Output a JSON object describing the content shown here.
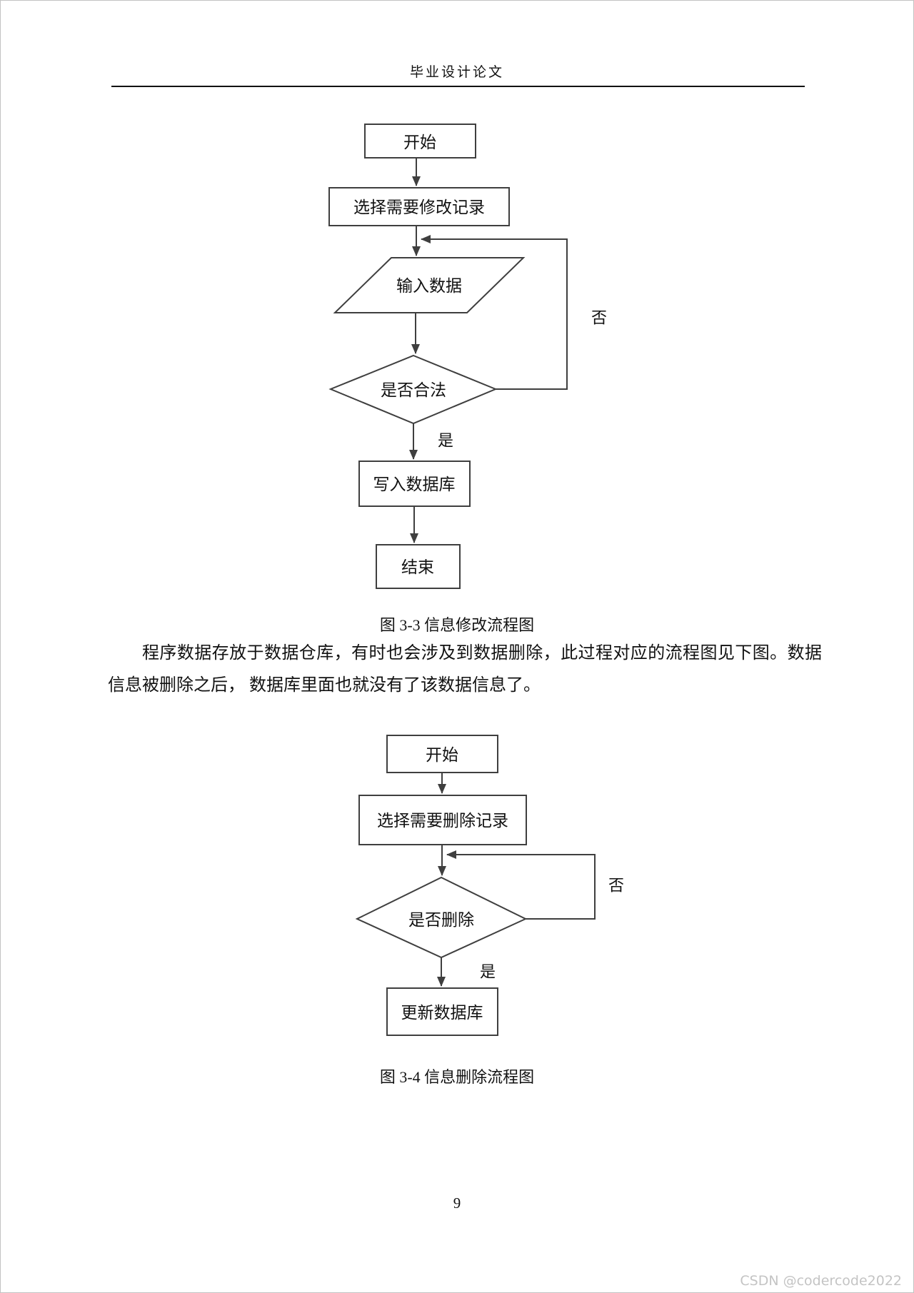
{
  "page": {
    "header_title": "毕业设计论文",
    "page_number": "9",
    "watermark": "CSDN @codercode2022"
  },
  "paragraph": {
    "text": "程序数据存放于数据仓库，有时也会涉及到数据删除，此过程对应的流程图见下图。数据信息被删除之后， 数据库里面也就没有了该数据信息了。"
  },
  "figure1": {
    "caption": "图 3-3 信息修改流程图",
    "nodes": {
      "start": "开始",
      "select": "选择需要修改记录",
      "input": "输入数据",
      "decision": "是否合法",
      "write": "写入数据库",
      "end": "结束"
    },
    "labels": {
      "yes": "是",
      "no": "否"
    }
  },
  "figure2": {
    "caption": "图 3-4 信息删除流程图",
    "nodes": {
      "start": "开始",
      "select": "选择需要删除记录",
      "decision": "是否删除",
      "update": "更新数据库"
    },
    "labels": {
      "yes": "是",
      "no": "否"
    }
  },
  "colors": {
    "line": "#3f3f3f",
    "text": "#111111",
    "watermark": "#c4c4c4"
  }
}
